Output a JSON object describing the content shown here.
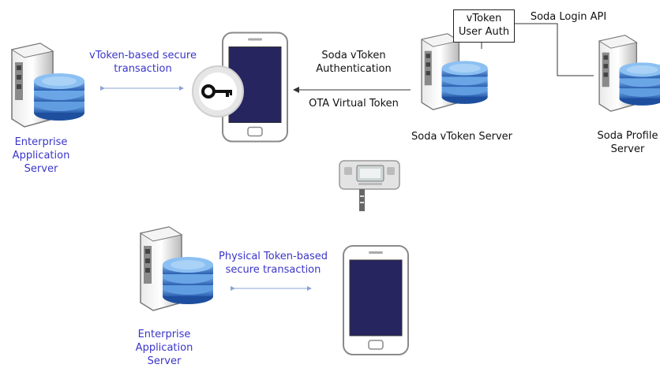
{
  "top": {
    "enterprise_link": {
      "line1": "vToken-based secure",
      "line2": "transaction"
    },
    "enterprise_server": {
      "line1": "Enterprise",
      "line2": "Application",
      "line3": "Server"
    },
    "auth_label": {
      "line1": "Soda vToken",
      "line2": "Authentication"
    },
    "ota_label": "OTA Virtual Token",
    "vtoken_server": "Soda vToken  Server",
    "user_auth_box": {
      "line1": "vToken",
      "line2": "User Auth"
    },
    "login_api": "Soda Login API",
    "profile_server": {
      "line1": "Soda Profile",
      "line2": "Server"
    }
  },
  "bottom": {
    "link": {
      "line1": "Physical Token-based",
      "line2": "secure transaction"
    },
    "enterprise_server": {
      "line1": "Enterprise",
      "line2": "Application",
      "line3": "Server"
    }
  },
  "colors": {
    "label_blue": "#3b35c9",
    "screen": "#272560",
    "disk": "#3a78c8"
  }
}
